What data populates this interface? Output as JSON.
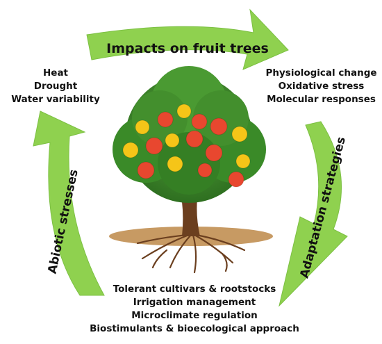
{
  "title_arrow": {
    "label": "Impacts on fruit trees"
  },
  "left_arrow": {
    "label": "Abiotic stresses"
  },
  "right_arrow": {
    "label": "Adaptation strategies"
  },
  "stresses": [
    "Heat",
    "Drought",
    "Water variability"
  ],
  "impacts": [
    "Physiological change",
    "Oxidative stress",
    "Molecular responses"
  ],
  "strategies": [
    "Tolerant cultivars & rootstocks",
    "Irrigation management",
    "Microclimate regulation",
    "Biostimulants & bioecological approach"
  ],
  "colors": {
    "arrow_green": "#8fd14f",
    "arrow_green_dark": "#6fb836",
    "canopy_green": "#3f8f2c",
    "apple_red": "#e8472f",
    "apple_yellow": "#f5c518",
    "trunk_brown": "#6b3f1f",
    "soil": "#c79a63"
  },
  "icons": {
    "center": "apple-tree-icon"
  }
}
